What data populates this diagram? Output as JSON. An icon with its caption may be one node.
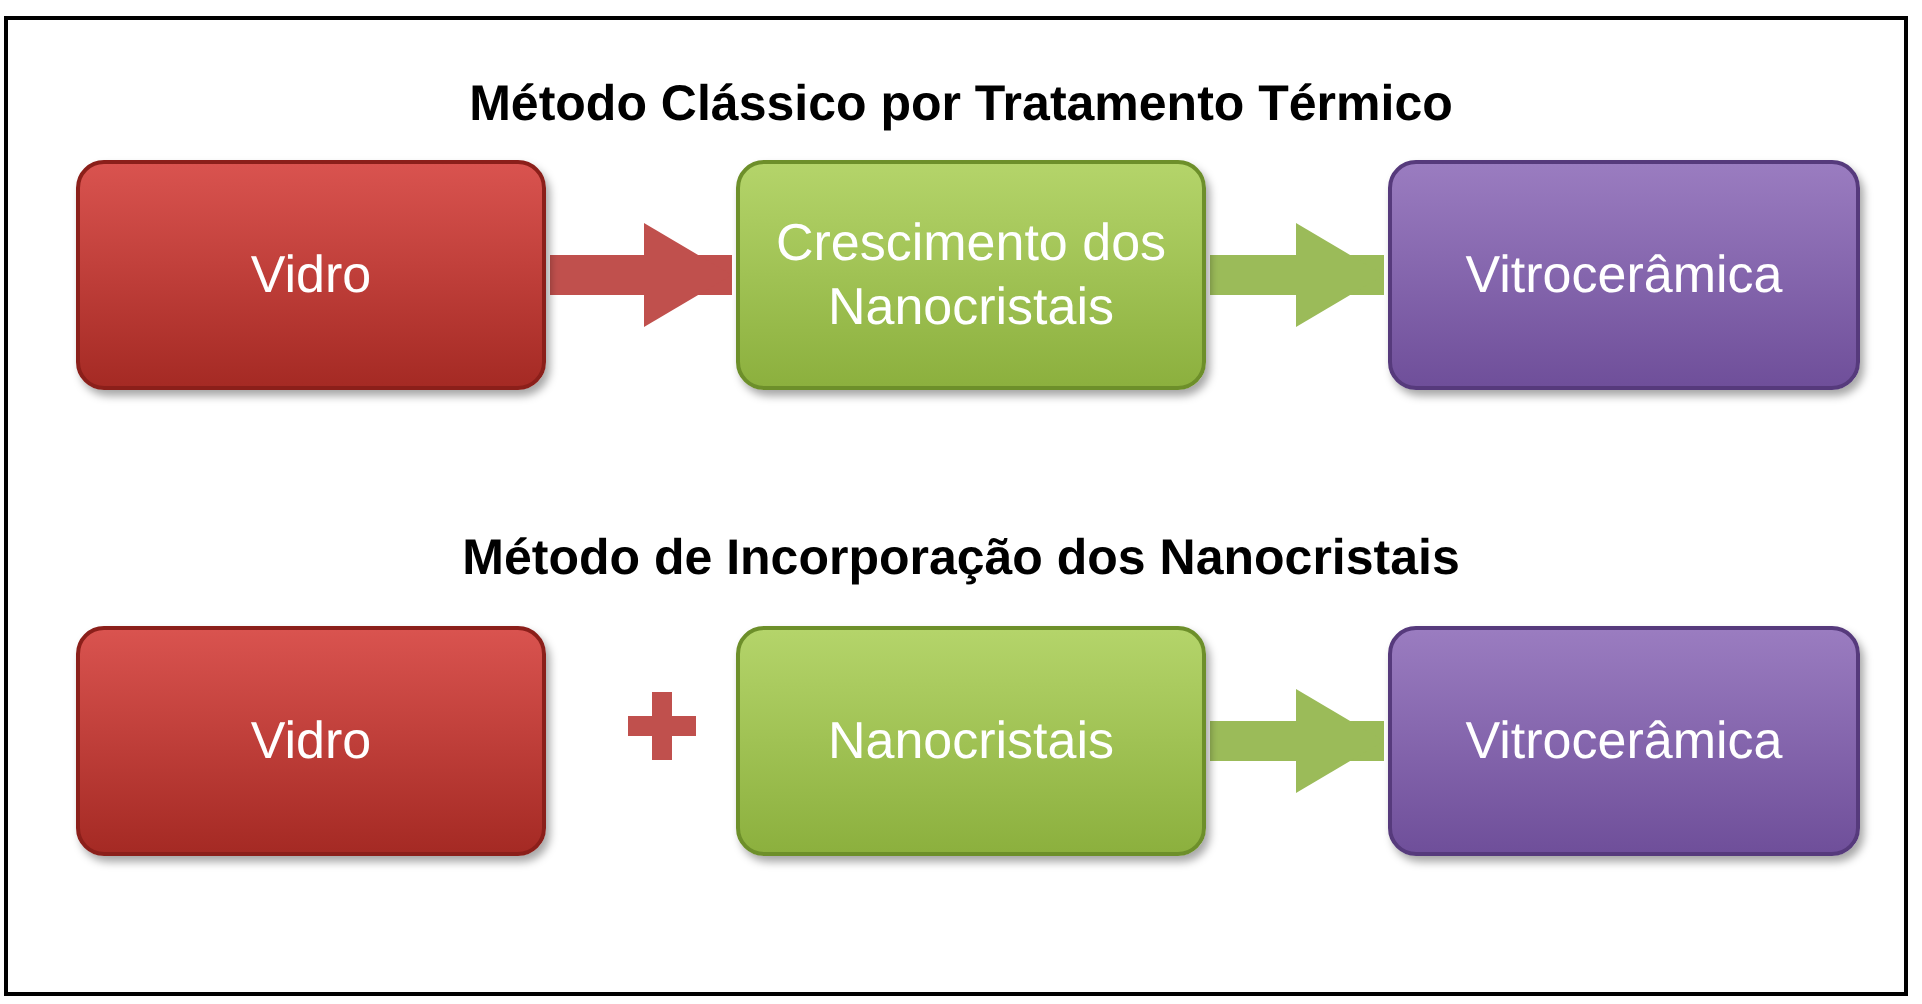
{
  "diagram": {
    "nodes": [
      {
        "text": [
          "Vidro"
        ]
      },
      {
        "text": [
          "Crescimento dos Nanocristais"
        ]
      },
      {
        "text": [
          "Vitrocerâmica"
        ]
      },
      {
        "text": [
          "Vidro"
        ]
      },
      {
        "text": [
          "Nanocristais"
        ]
      },
      {
        "text": [
          "Vitrocerâmica"
        ]
      }
    ],
    "edges": [
      {
        "from": 0,
        "to": 1,
        "arrow": "to",
        "color": "#c0504d"
      },
      {
        "from": 1,
        "to": 2,
        "arrow": "to"
      },
      {
        "from": 4,
        "to": 5,
        "arrow": "to"
      }
    ],
    "labels": [
      "Método Clássico por Tratamento Térmico",
      "Método de Incorporação dos Nanocristais"
    ]
  }
}
